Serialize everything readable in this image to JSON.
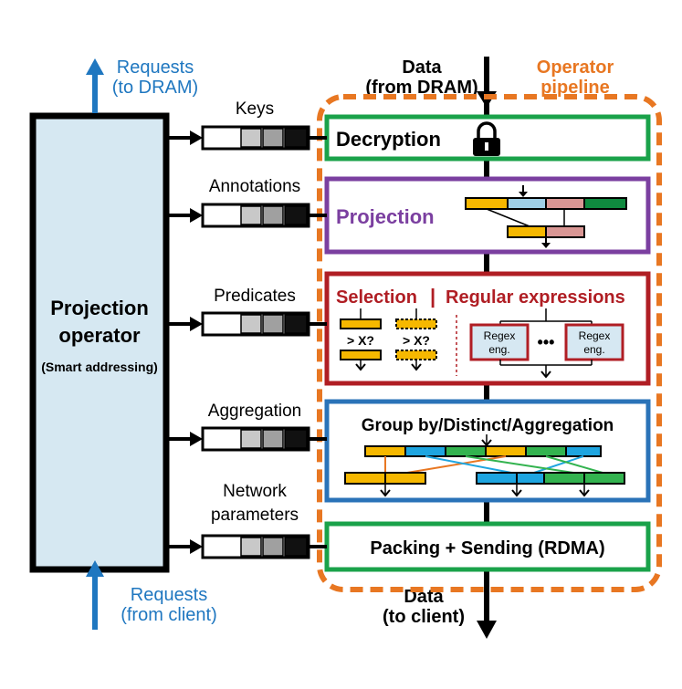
{
  "labels": {
    "requests_dram": [
      "Requests",
      "(to DRAM)"
    ],
    "data_in": [
      "Data",
      "(from DRAM)"
    ],
    "pipeline": [
      "Operator",
      "pipeline"
    ],
    "proj_op": [
      "Projection",
      "operator"
    ],
    "proj_op_sub": "(Smart addressing)",
    "requests_client": [
      "Requests",
      "(from client)"
    ],
    "data_out": [
      "Data",
      "(to client)"
    ]
  },
  "queues": [
    {
      "label": "Keys"
    },
    {
      "label": "Annotations"
    },
    {
      "label": "Predicates"
    },
    {
      "label": "Aggregation"
    },
    {
      "label": [
        "Network",
        "parameters"
      ]
    }
  ],
  "stages": {
    "decryption": "Decryption",
    "projection": "Projection",
    "selection": "Selection",
    "separator": "|",
    "regex": "Regular expressions",
    "cmp1": "> X?",
    "cmp2": "> X?",
    "regex_eng": [
      "Regex",
      "eng."
    ],
    "dots": "•••",
    "groupby": "Group by/Distinct/Aggregation",
    "packing": "Packing + Sending (RDMA)"
  },
  "colors": {
    "blue_arrow": "#1f77c0",
    "orange": "#e87722",
    "green": "#1aa24a",
    "purple": "#7b3fa0",
    "red": "#b01e24",
    "blue_box": "#2a73b8",
    "proj_fill": "#d6e8f2",
    "yellow": "#f6b800",
    "lightblue": "#9fcfe6",
    "pink": "#d99694",
    "darkgreen": "#0f8a3f",
    "cyan": "#1ea5e0",
    "lightgreen": "#33b34f"
  }
}
